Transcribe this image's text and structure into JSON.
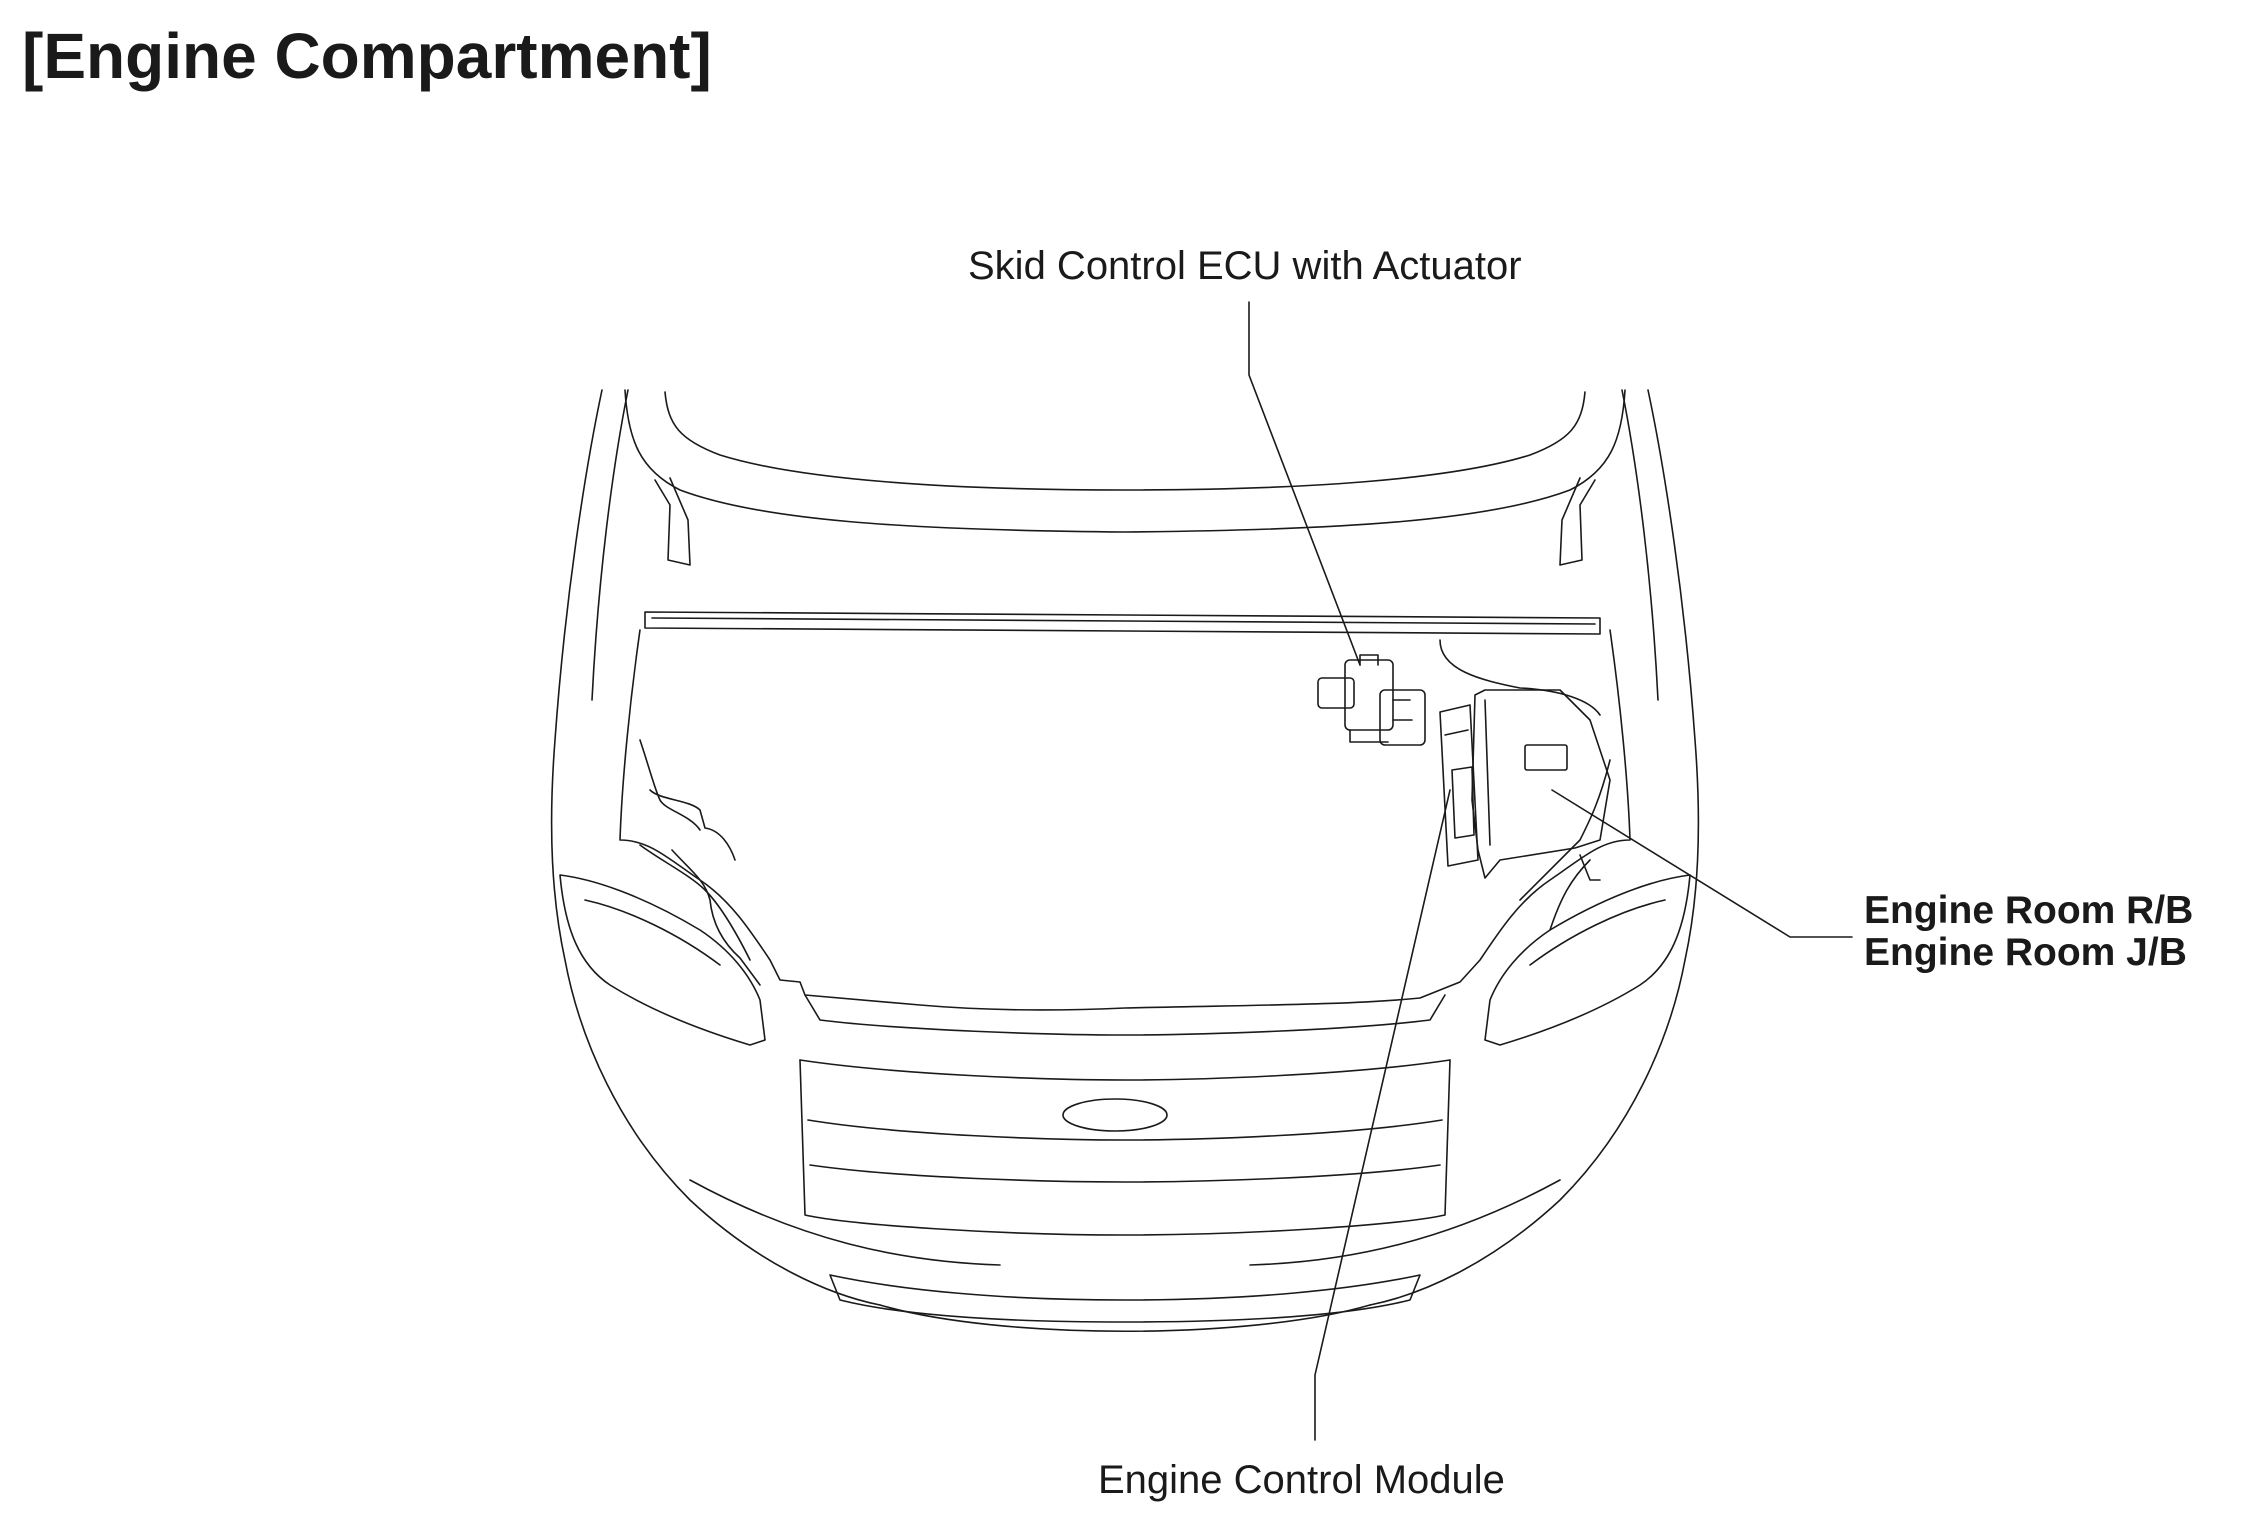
{
  "title": "[Engine Compartment]",
  "callouts": {
    "skid_control": "Skid Control ECU with Actuator",
    "engine_control_module": "Engine Control Module",
    "engine_room_rb": "Engine Room R/B",
    "engine_room_jb": "Engine Room J/B"
  },
  "colors": {
    "line": "#1a1a1a",
    "background": "#ffffff"
  }
}
